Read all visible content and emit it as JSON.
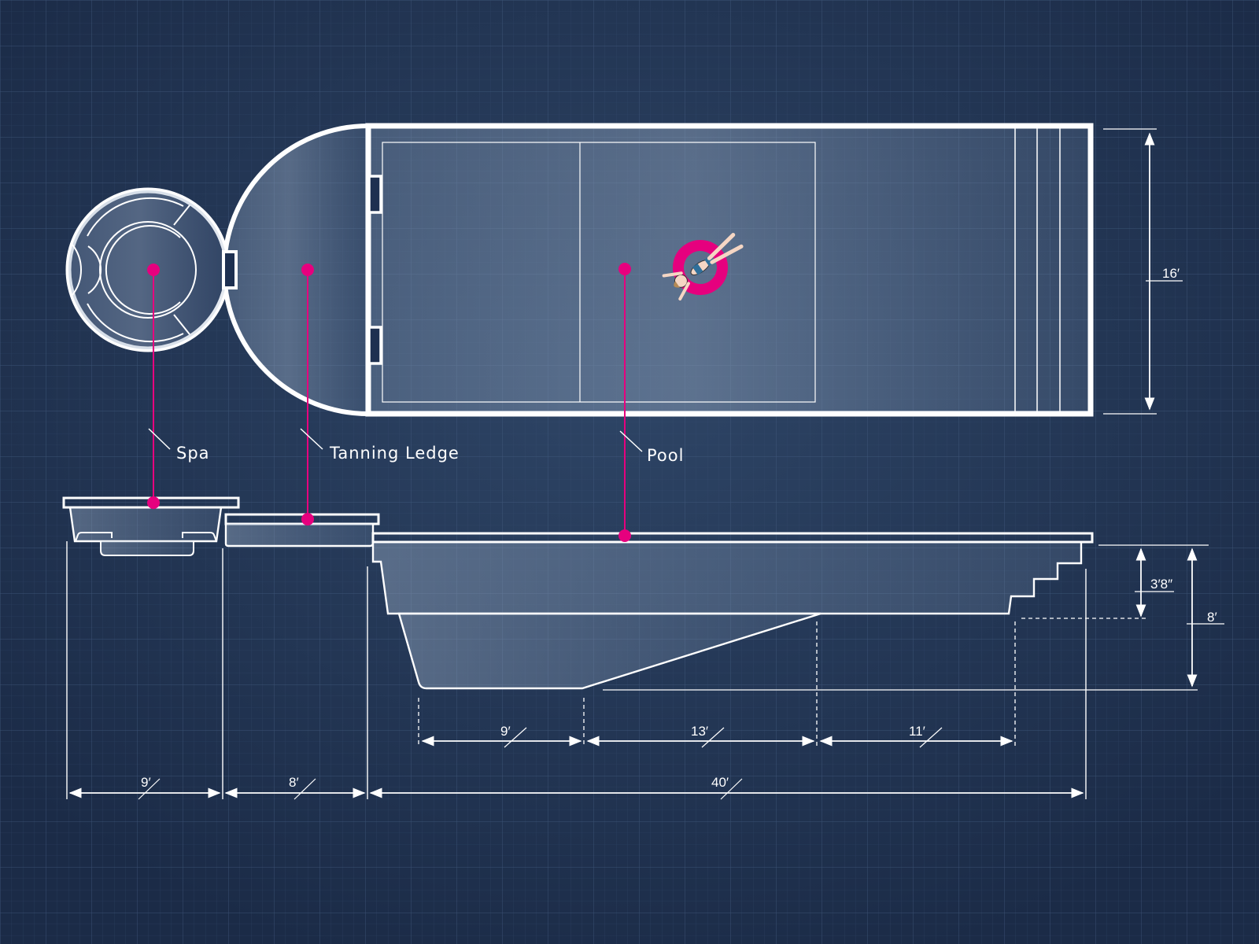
{
  "labels": {
    "spa": "Spa",
    "tanning_ledge": "Tanning Ledge",
    "pool": "Pool"
  },
  "dimensions": {
    "pool_width": "16′",
    "shallow_depth": "3′8″",
    "deep_depth": "8′",
    "deep_flat": "9′",
    "slope": "13′",
    "shallow_run": "11′",
    "spa_length": "9′",
    "ledge_length": "8′",
    "pool_length": "40′"
  },
  "colors": {
    "background": "#1e3050",
    "grid": "#3a5276",
    "line": "#ffffff",
    "marker": "#e6007e"
  },
  "icons": {
    "swimmer": "person-on-pink-float"
  }
}
